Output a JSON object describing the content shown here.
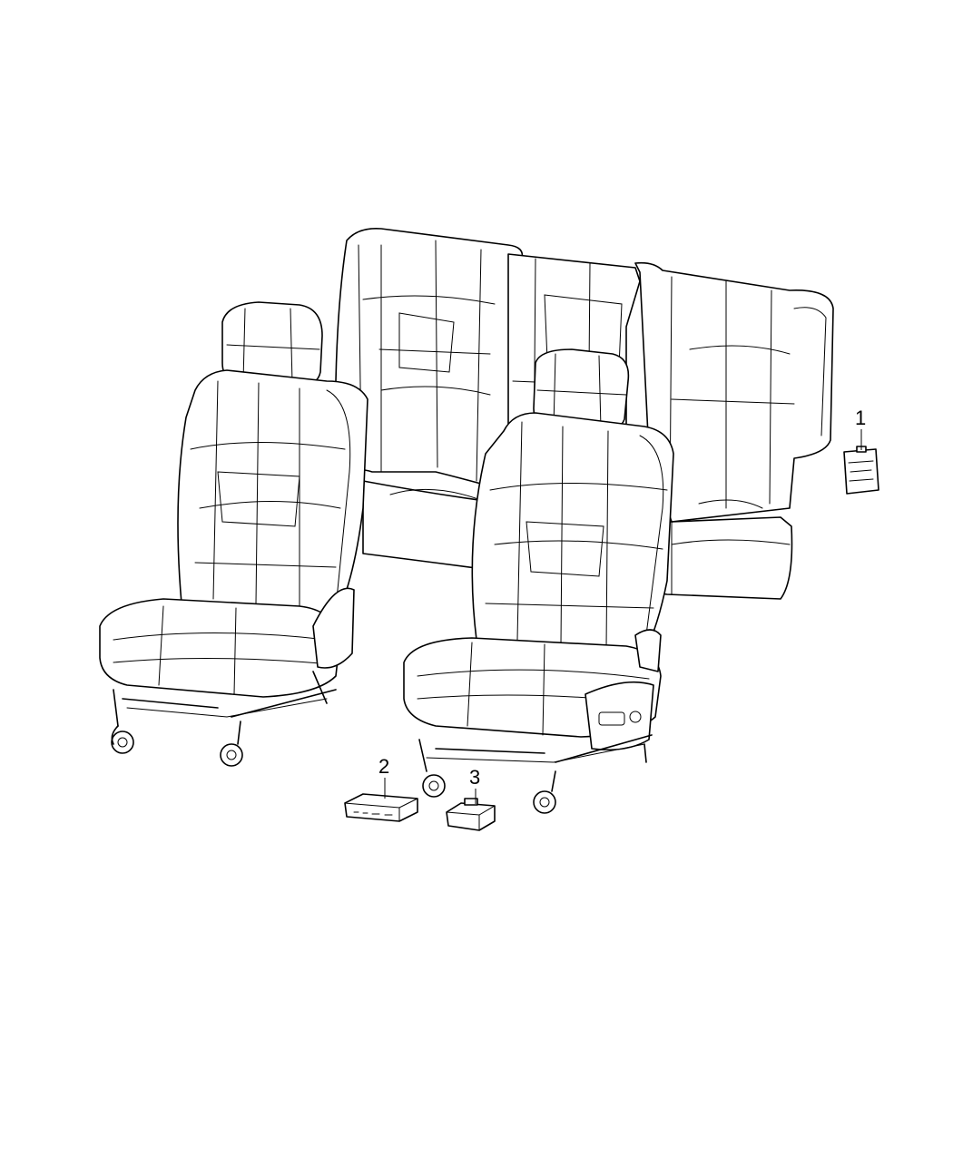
{
  "callouts": [
    {
      "id": "1",
      "label": "1",
      "part": "seat-module-1"
    },
    {
      "id": "2",
      "label": "2",
      "part": "seat-module-2"
    },
    {
      "id": "3",
      "label": "3",
      "part": "seat-module-3"
    }
  ],
  "colors": {
    "line": "#000000",
    "background": "#ffffff"
  }
}
